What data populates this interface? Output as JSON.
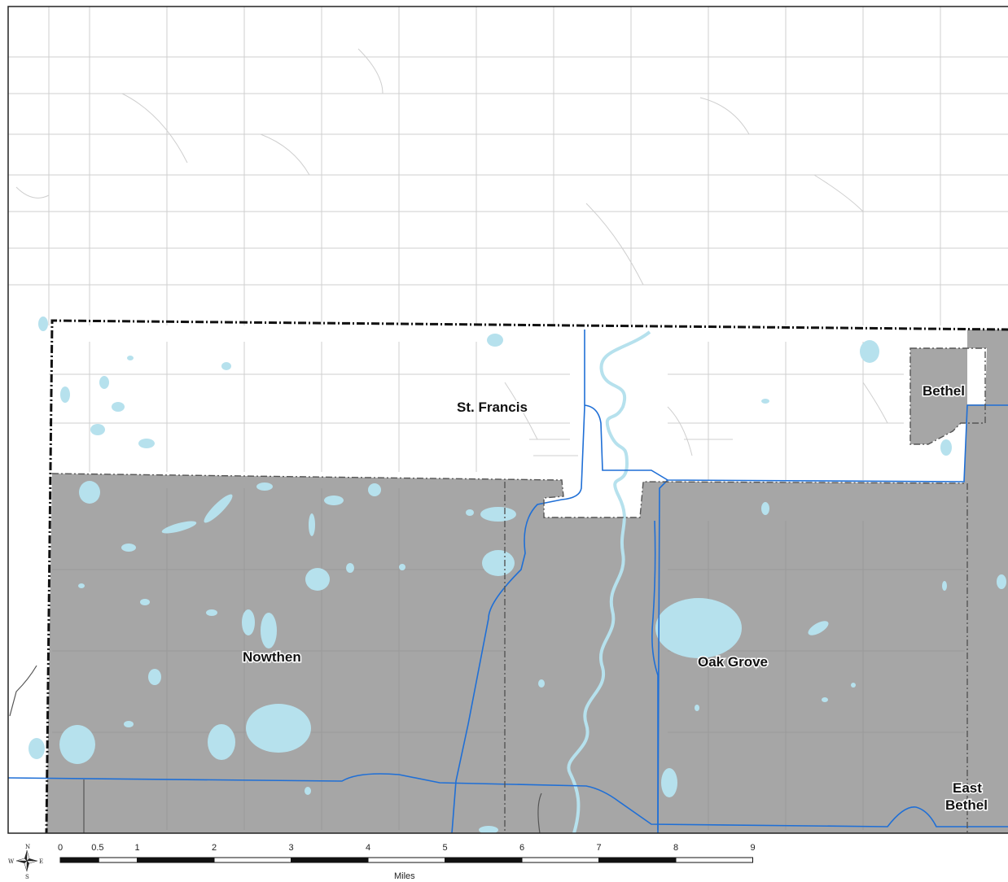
{
  "map": {
    "places": [
      {
        "key": "st_francis",
        "name": "St. Francis"
      },
      {
        "key": "bethel",
        "name": "Bethel"
      },
      {
        "key": "nowthen",
        "name": "Nowthen"
      },
      {
        "key": "oak_grove",
        "name": "Oak Grove"
      },
      {
        "key": "east_bethel_1",
        "name": "East"
      },
      {
        "key": "east_bethel_2",
        "name": "Bethel"
      }
    ],
    "colors": {
      "land_out": "#ffffff",
      "land_in": "#a6a6a6",
      "water": "#b6e1ed",
      "roads": "#c8c8c8",
      "highways": "#1f6fd6",
      "boundary": "#222222"
    },
    "scale_bar": {
      "ticks": [
        "0",
        "0.5",
        "1",
        "2",
        "3",
        "4",
        "5",
        "6",
        "7",
        "8",
        "9"
      ],
      "tick_values": [
        0,
        0.5,
        1,
        2,
        3,
        4,
        5,
        6,
        7,
        8,
        9
      ],
      "units": "Miles"
    },
    "compass": {
      "n": "N",
      "s": "S",
      "e": "E",
      "w": "W"
    }
  }
}
